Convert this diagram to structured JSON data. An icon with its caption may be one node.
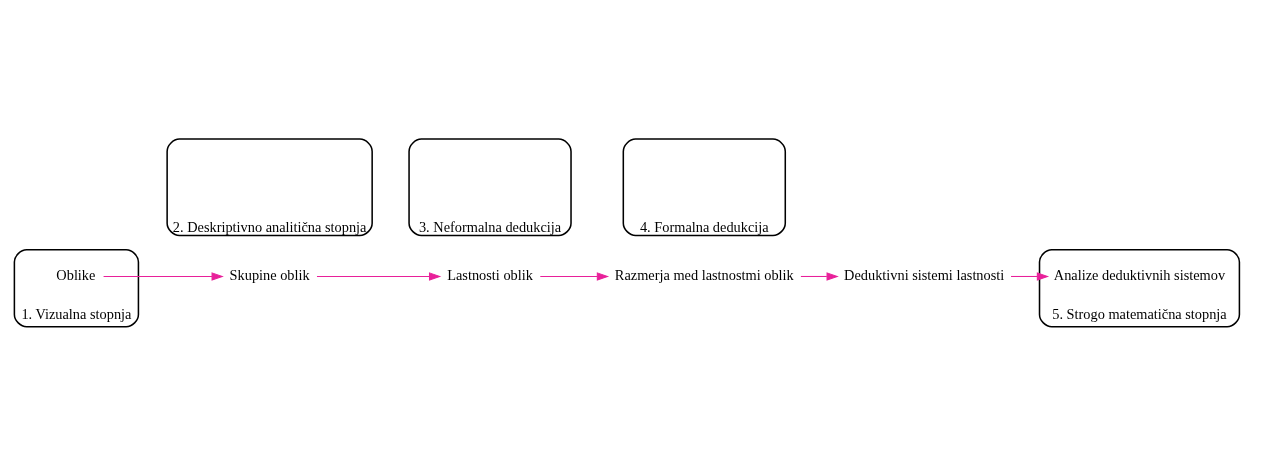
{
  "diagram": {
    "nodes": [
      {
        "text": [
          "1. Vizualna stopnja"
        ]
      },
      {
        "text": [
          "Oblike"
        ],
        "in": 0
      },
      {
        "text": [
          "2. Deskriptivno analitična stopnja"
        ]
      },
      {
        "text": [
          "Skupine oblik"
        ]
      },
      {
        "text": [
          "3. Neformalna dedukcija"
        ]
      },
      {
        "text": [
          "Lastnosti oblik"
        ]
      },
      {
        "text": [
          "4. Formalna dedukcija"
        ]
      },
      {
        "text": [
          "Razmerja med lastnostmi oblik"
        ]
      },
      {
        "text": [
          "5. Strogo matematična stopnja"
        ]
      },
      {
        "text": [
          "Deduktivni sistemi lastnosti"
        ]
      },
      {
        "text": [
          "Analize deduktivnih sistemov"
        ],
        "in": 8
      }
    ],
    "edges": [
      {
        "from": 1,
        "to": 3,
        "arrow": "to"
      },
      {
        "from": 3,
        "to": 5,
        "arrow": "to"
      },
      {
        "from": 5,
        "to": 7,
        "arrow": "to"
      },
      {
        "from": 7,
        "to": 9,
        "arrow": "to"
      },
      {
        "from": 9,
        "to": 10,
        "arrow": "to"
      }
    ]
  }
}
